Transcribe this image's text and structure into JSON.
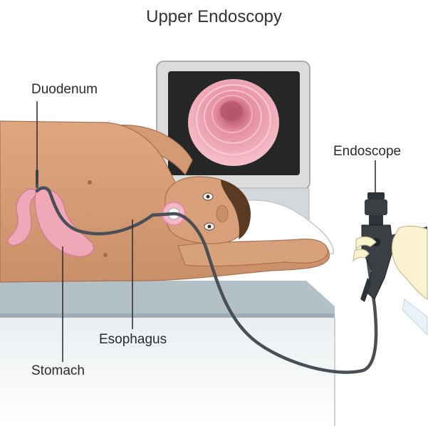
{
  "title": "Upper Endoscopy",
  "labels": {
    "duodenum": "Duodenum",
    "endoscope": "Endoscope",
    "esophagus": "Esophagus",
    "stomach": "Stomach"
  },
  "colors": {
    "skin": "#d9a07a",
    "skin_shade": "#b97c57",
    "organ_pink": "#f0a7b8",
    "table_top": "#b3c0c8",
    "table_side": "#dfe6ea",
    "monitor_frame": "#dcdcdc",
    "screen": "#2a2a2a",
    "tube": "#4a4f55",
    "glove": "#fbf2cf",
    "pillow": "#ffffff",
    "hair": "#5a3a22"
  },
  "icons": [
    "endoscope-device-icon",
    "monitor-icon"
  ]
}
